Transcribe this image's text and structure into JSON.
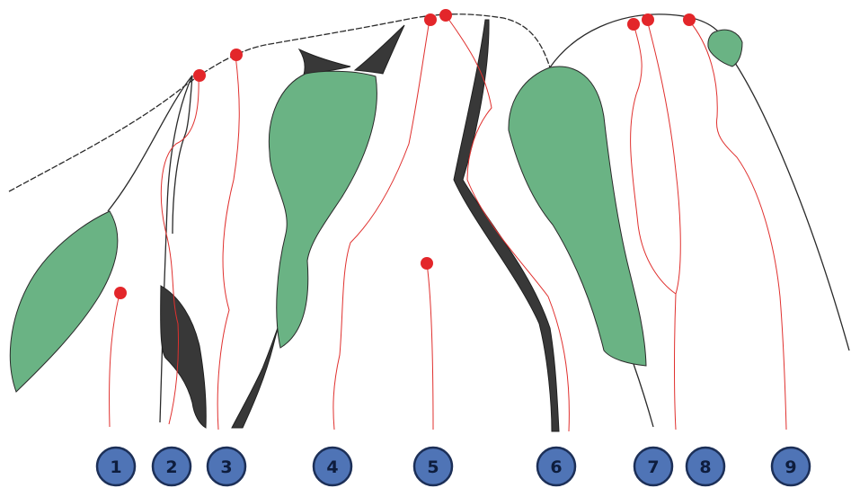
{
  "colors": {
    "leaf_green": "#6ab384",
    "dark_segment": "#383838",
    "stem_black": "#2a2a2a",
    "red_path": "#e0302e",
    "red_dot": "#e3262a",
    "badge_fill": "#4f74b6",
    "badge_text": "#0e1d3d"
  },
  "badges": [
    {
      "label": "1"
    },
    {
      "label": "2"
    },
    {
      "label": "3"
    },
    {
      "label": "4"
    },
    {
      "label": "5"
    },
    {
      "label": "6"
    },
    {
      "label": "7"
    },
    {
      "label": "8"
    },
    {
      "label": "9"
    }
  ]
}
